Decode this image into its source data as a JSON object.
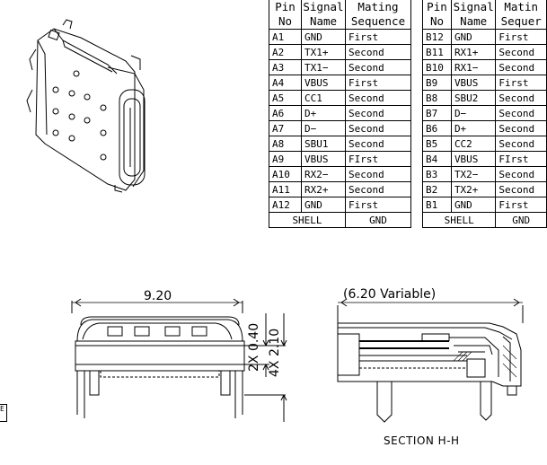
{
  "table_a": {
    "headers": [
      [
        "Pin",
        "Signal",
        "Mating"
      ],
      [
        "No",
        "Name",
        "Sequence"
      ]
    ],
    "rows": [
      [
        "A1",
        "GND",
        "First"
      ],
      [
        "A2",
        "TX1+",
        "Second"
      ],
      [
        "A3",
        "TX1−",
        "Second"
      ],
      [
        "A4",
        "VBUS",
        "First"
      ],
      [
        "A5",
        "CC1",
        "Second"
      ],
      [
        "A6",
        "D+",
        "Second"
      ],
      [
        "A7",
        "D−",
        "Second"
      ],
      [
        "A8",
        "SBU1",
        "Second"
      ],
      [
        "A9",
        "VBUS",
        "FIrst"
      ],
      [
        "A10",
        "RX2−",
        "Second"
      ],
      [
        "A11",
        "RX2+",
        "Second"
      ],
      [
        "A12",
        "GND",
        "First"
      ]
    ],
    "footer": [
      "SHELL",
      "GND"
    ]
  },
  "table_b": {
    "headers": [
      [
        "Pin",
        "Signal",
        "Matin"
      ],
      [
        "No",
        "Name",
        "Sequer"
      ]
    ],
    "rows": [
      [
        "B12",
        "GND",
        "First"
      ],
      [
        "B11",
        "RX1+",
        "Second"
      ],
      [
        "B10",
        "RX1−",
        "Second"
      ],
      [
        "B9",
        "VBUS",
        "First"
      ],
      [
        "B8",
        "SBU2",
        "Second"
      ],
      [
        "B7",
        "D−",
        "Second"
      ],
      [
        "B6",
        "D+",
        "Second"
      ],
      [
        "B5",
        "CC2",
        "Second"
      ],
      [
        "B4",
        "VBUS",
        "FIrst"
      ],
      [
        "B3",
        "TX2−",
        "Second"
      ],
      [
        "B2",
        "TX2+",
        "Second"
      ],
      [
        "B1",
        "GND",
        "First"
      ]
    ],
    "footer": [
      "SHELL",
      "GND"
    ]
  },
  "dimensions": {
    "width": "9.20",
    "pitch_top": "2X 0.40",
    "height": "4X 2.10",
    "length": "(6.20 Variable)"
  },
  "section_label": "SECTION H-H",
  "left_mark": "E"
}
